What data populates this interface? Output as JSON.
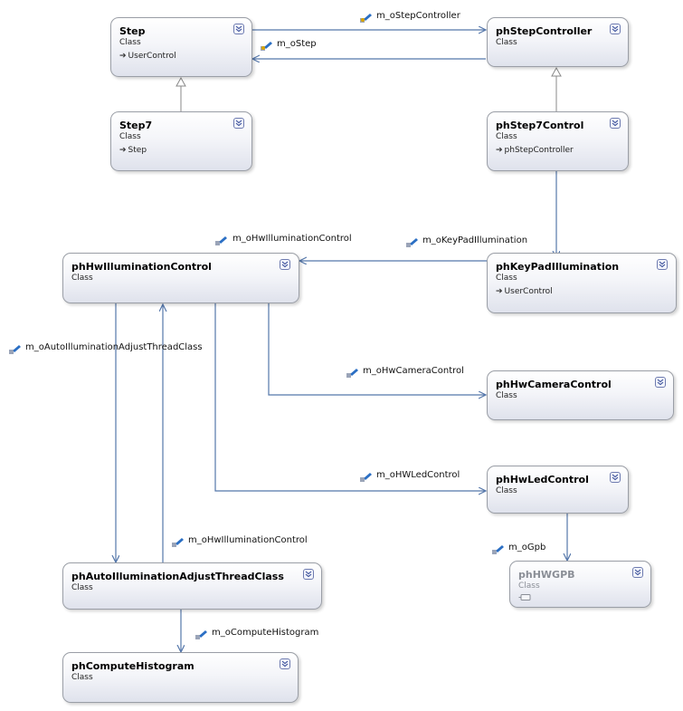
{
  "classes": {
    "step": {
      "name": "Step",
      "kind": "Class",
      "base": "UserControl"
    },
    "step_controller": {
      "name": "phStepController",
      "kind": "Class"
    },
    "step7": {
      "name": "Step7",
      "kind": "Class",
      "base": "Step"
    },
    "step7_control": {
      "name": "phStep7Control",
      "kind": "Class",
      "base": "phStepController"
    },
    "hw_illumination_control": {
      "name": "phHwIlluminationControl",
      "kind": "Class"
    },
    "keypad_illumination": {
      "name": "phKeyPadIllumination",
      "kind": "Class",
      "base": "UserControl"
    },
    "hw_camera_control": {
      "name": "phHwCameraControl",
      "kind": "Class"
    },
    "hw_led_control": {
      "name": "phHwLedControl",
      "kind": "Class"
    },
    "hwgpb": {
      "name": "phHWGPB",
      "kind": "Class"
    },
    "auto_illumination": {
      "name": "phAutoIlluminationAdjustThreadClass",
      "kind": "Class"
    },
    "compute_histogram": {
      "name": "phComputeHistogram",
      "kind": "Class"
    }
  },
  "associations": {
    "step_controller_ref": "m_oStepController",
    "step_ref": "m_oStep",
    "hw_illumination_ref_top": "m_oHwIlluminationControl",
    "keypad_ref": "m_oKeyPadIllumination",
    "auto_adjust_ref": "m_oAutoIlluminationAdjustThreadClass",
    "camera_ref": "m_oHwCameraControl",
    "led_ref": "m_oHWLedControl",
    "gpb_ref": "m_oGpb",
    "hw_illumination_ref_bottom": "m_oHwIlluminationControl",
    "histogram_ref": "m_oComputeHistogram"
  },
  "colors": {
    "connector": "#5577aa",
    "box_border": "#9a9ea6",
    "dim_text": "#8a8e96"
  },
  "icons": {
    "association": "property-key-icon",
    "inheritance": "inherits-arrow-icon",
    "toggle": "collapse-chevron-icon"
  }
}
